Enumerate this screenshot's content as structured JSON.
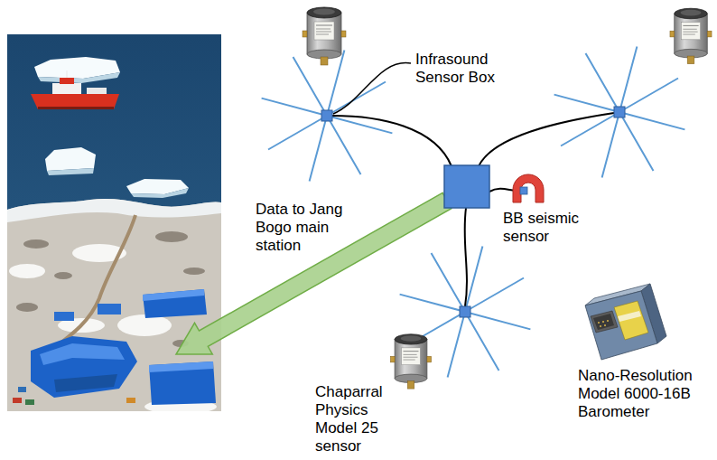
{
  "diagram": {
    "labels": [
      "Infrasound Sensor Box",
      "Data to Jang Bogo main station",
      "BB seismic sensor",
      "Chaparral Physics Model 25 sensor",
      "Nano-Resolution Model 6000-16B Barometer"
    ]
  }
}
